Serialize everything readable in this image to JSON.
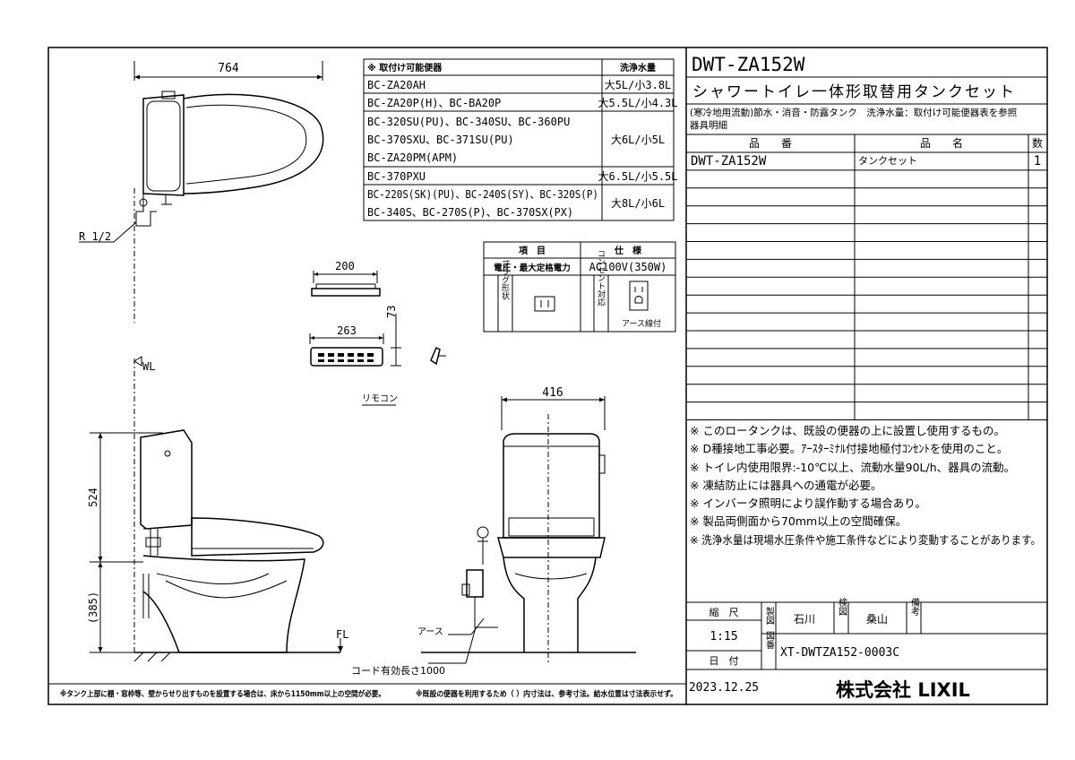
{
  "title_block": {
    "model": "DWT-ZA152W",
    "product_title": "シャワートイレ一体形取替用タンクセット",
    "spec_line": "(寒冷地用流動)節水・消音・防露タンク　洗浄水量：取付け可能便器表を参照",
    "parts_caption": "器具明細",
    "parts_header": {
      "code": "品　　番",
      "name": "品　　名",
      "qty": "数"
    },
    "parts": [
      {
        "code": "DWT-ZA152W",
        "name": "タンクセット",
        "qty": "1"
      }
    ],
    "notes": [
      "※ このロータンクは、既設の便器の上に設置し使用するもの。",
      "※ D種接地工事必要。ｱｰｽﾀｰﾐﾅﾙ付接地極付ｺﾝｾﾝﾄを使用のこと。",
      "※ トイレ内使用限界:-10℃以上、流動水量90L/h、器具の流動。",
      "※ 凍結防止には器具への通電が必要。",
      "※ インバータ照明により誤作動する場合あり。",
      "※ 製品両側面から70mm以上の空間確保。",
      "※ 洗浄水量は現場水圧条件や施工条件などにより変動することがあります。"
    ],
    "scale_label": "縮　尺",
    "scale_value": "1:15",
    "date_label": "日　付",
    "date_value": "2023.12.25",
    "drawn_label": "製図",
    "drawn_by": "石川",
    "checked_label": "検図",
    "checked_by": "桑山",
    "remarks_label": "備考",
    "drawing_no_label": "図番",
    "drawing_no": "XT-DWTZA152-0003C",
    "company": "株式会社 LIXIL"
  },
  "compat_table": {
    "header": {
      "bowl": "※ 取付け可能便器",
      "flush": "洗浄水量"
    },
    "rows": [
      {
        "lines": [
          "BC-ZA20AH"
        ],
        "flush": "大5L/小3.8L"
      },
      {
        "lines": [
          "BC-ZA20P(H)、BC-BA20P"
        ],
        "flush": "大5.5L/小4.3L"
      },
      {
        "lines": [
          "BC-320SU(PU)、BC-340SU、BC-360PU",
          "BC-370SXU、BC-371SU(PU)",
          "BC-ZA20PM(APM)"
        ],
        "flush": "大6L/小5L"
      },
      {
        "lines": [
          "BC-370PXU"
        ],
        "flush": "大6.5L/小5.5L"
      },
      {
        "lines": [
          "BC-220S(SK)(PU)、BC-240S(SY)、BC-320S(P)",
          "BC-340S、BC-270S(P)、BC-370SX(PX)"
        ],
        "flush": "大8L/小6L"
      }
    ]
  },
  "power_table": {
    "col_item": "項　目",
    "col_spec": "仕　様",
    "row_voltage_label": "電圧・最大定格電力",
    "row_voltage_value": "AC100V(350W)",
    "plug_label": "プラグ形状",
    "outlet_label": "コンセント対応",
    "earth_label": "アース線付"
  },
  "dimensions": {
    "top_width": "764",
    "front_width": "416",
    "side_height": "524",
    "lower_height": "(385)",
    "remote_width_a": "200",
    "remote_width_b": "263",
    "remote_height": "73",
    "pipe": "R 1/2",
    "wl": "WL",
    "fl": "FL"
  },
  "labels": {
    "remote": "リモコン",
    "earth": "アース",
    "cord": "コード有効長さ1000"
  },
  "footnotes": {
    "left": "※タンク上部に棚・窓枠等、壁からせり出すものを設置する場合は、床から1150mm以上の空間が必要。",
    "right": "※既設の便器を利用するため（ ）内寸法は、参考寸法。給水位置は寸法表示せず。"
  }
}
